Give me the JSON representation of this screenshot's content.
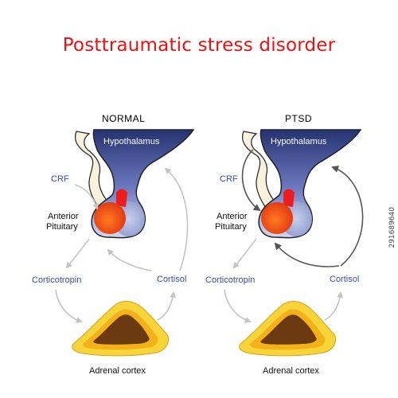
{
  "title": "Posttraumatic stress disorder",
  "panels": [
    {
      "heading": "NORMAL",
      "hypothalamus": "Hypothalamus",
      "crf": "CRF",
      "anterior_pituitary": [
        "Anterior",
        "Pituitary"
      ],
      "corticotropin": "Corticotropin",
      "cortisol": "Cortisol",
      "adrenal_cortex": "Adrenal cortex"
    },
    {
      "heading": "PTSD",
      "hypothalamus": "Hypothalamus",
      "crf": "CRF",
      "anterior_pituitary": [
        "Anterior",
        "Pituitary"
      ],
      "corticotropin": "Corticotropin",
      "cortisol": "Cortisol",
      "adrenal_cortex": "Adrenal cortex"
    }
  ],
  "stock_id": "291689640",
  "colors": {
    "title": "#ee1111",
    "hypothalamus_top": "#2a3878",
    "hypothalamus_bottom": "#c9cfee",
    "pituitary_front": "#f2441b",
    "pituitary_back": "#a9b3dc",
    "crf_red": "#ee1d1d",
    "adrenal_outer": "#f7c81e",
    "adrenal_inner": "#6b3a10",
    "arrow_normal": "#c4c4c4",
    "arrow_ptsd": "#555555",
    "label_blue": "#3a4fa0"
  }
}
